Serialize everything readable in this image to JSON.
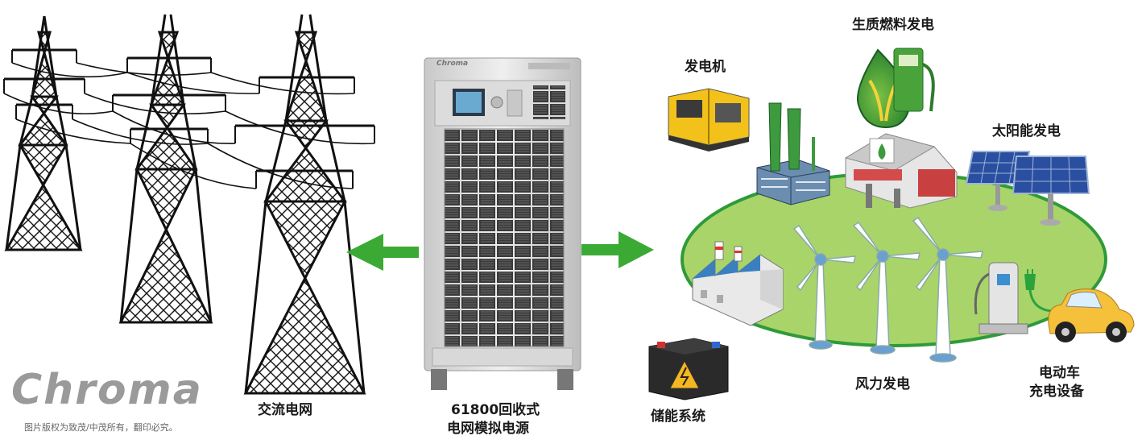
{
  "labels": {
    "grid": "交流电网",
    "device_line1": "61800回收式",
    "device_line2": "电网模拟电源",
    "generator": "发电机",
    "biofuel": "生质燃料发电",
    "solar": "太阳能发电",
    "wind": "风力发电",
    "storage": "储能系统",
    "ev_line1": "电动车",
    "ev_line2": "充电设备"
  },
  "brand": {
    "logo": "Chroma",
    "cabinet_logo": "Chroma",
    "copyright": "图片版权为致茂/中茂所有，翻印必究。"
  },
  "colors": {
    "arrow": "#3aaa35",
    "field": "#a9d46a",
    "field_border": "#2f9a3a",
    "tower": "#111111"
  }
}
